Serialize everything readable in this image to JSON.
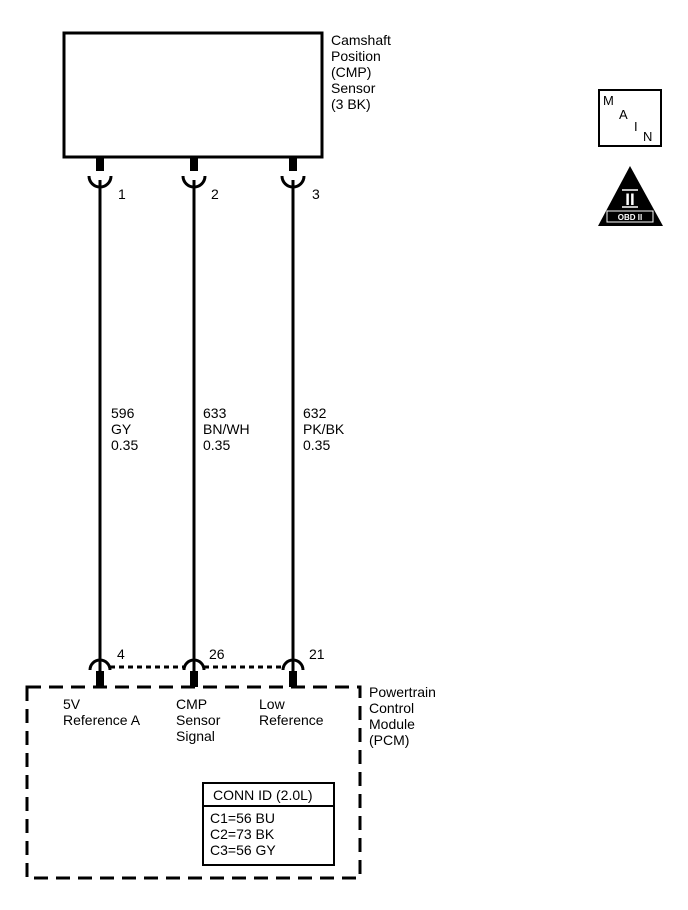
{
  "sensor": {
    "name_lines": [
      "Camshaft",
      "Position",
      "(CMP)",
      "Sensor",
      "(3 BK)"
    ],
    "pins": [
      "1",
      "2",
      "3"
    ]
  },
  "wires": [
    {
      "circuit": "596",
      "color": "GY",
      "gauge": "0.35"
    },
    {
      "circuit": "633",
      "color": "BN/WH",
      "gauge": "0.35"
    },
    {
      "circuit": "632",
      "color": "PK/BK",
      "gauge": "0.35"
    }
  ],
  "module": {
    "pins": [
      "4",
      "26",
      "21"
    ],
    "name_lines": [
      "Powertrain",
      "Control",
      "Module",
      "(PCM)"
    ],
    "terminal_labels": [
      [
        "5V",
        "Reference A"
      ],
      [
        "CMP",
        "Sensor",
        "Signal"
      ],
      [
        "Low",
        "Reference"
      ]
    ]
  },
  "conn_id": {
    "title": "CONN ID (2.0L)",
    "rows": [
      "C1=56 BU",
      "C2=73 BK",
      "C3=56 GY"
    ]
  },
  "badges": {
    "main_letters": [
      "M",
      "A",
      "I",
      "N"
    ],
    "obd_numeral": "II",
    "obd_text": "OBD II"
  },
  "colors": {
    "line": "#000000",
    "background": "#ffffff"
  }
}
